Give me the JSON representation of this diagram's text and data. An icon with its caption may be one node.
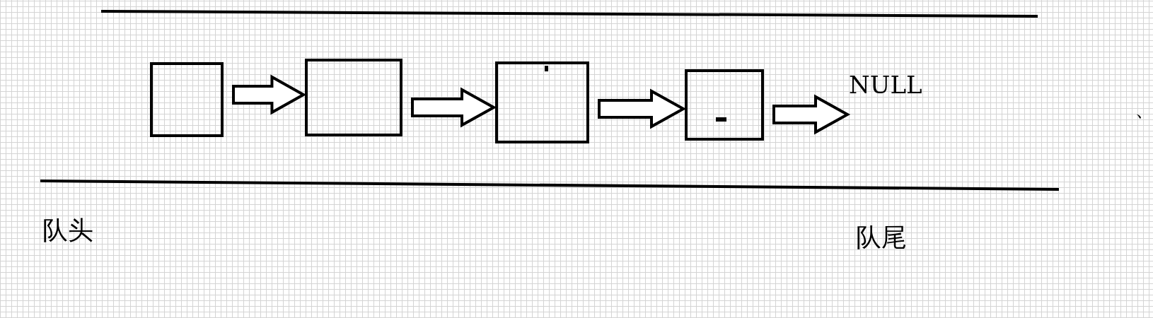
{
  "diagram": {
    "nodes": [
      {
        "text": [],
        "shape": "box"
      },
      {
        "text": [],
        "shape": "box"
      },
      {
        "text": [],
        "shape": "box"
      },
      {
        "text": [],
        "shape": "box"
      },
      {
        "text": [
          "NULL"
        ]
      }
    ],
    "edges": [
      {
        "from": 0,
        "to": 1,
        "arrow": "to"
      },
      {
        "from": 1,
        "to": 2,
        "arrow": "to"
      },
      {
        "from": 2,
        "to": 3,
        "arrow": "to"
      },
      {
        "from": 3,
        "to": 4,
        "arrow": "to"
      }
    ],
    "labels": [
      "队头",
      "队尾",
      "、"
    ]
  }
}
